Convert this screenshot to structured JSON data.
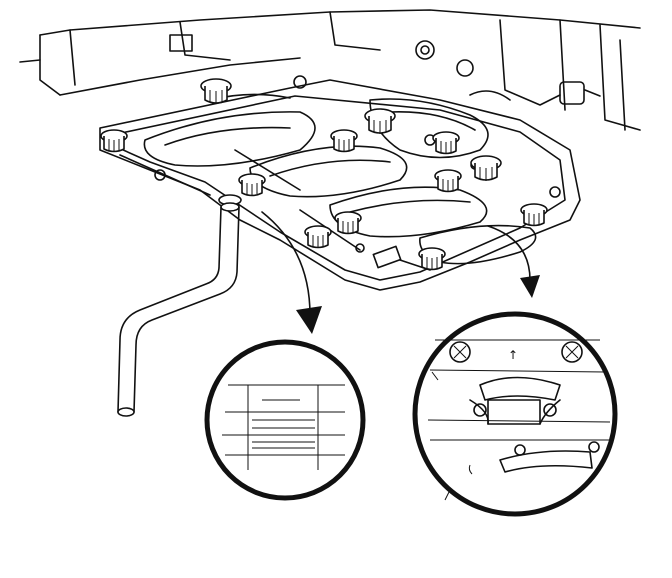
{
  "figure": {
    "background": "#ffffff",
    "line_color": "#111111",
    "parts": [
      "valve-body",
      "bolt",
      "pipe",
      "detail-view-gasket",
      "detail-view-filter"
    ],
    "detail_glyph": "↑"
  }
}
